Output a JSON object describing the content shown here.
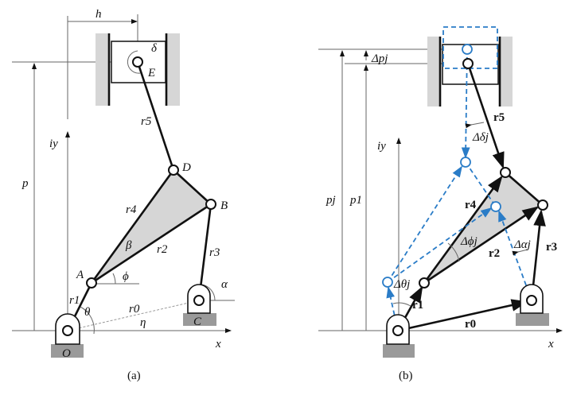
{
  "panel_a": {
    "caption": "(a)",
    "labels": {
      "h": "h",
      "delta": "δ",
      "E": "E",
      "r5": "r5",
      "iy": "iy",
      "p": "p",
      "D": "D",
      "B": "B",
      "r4": "r4",
      "r2": "r2",
      "r3": "r3",
      "beta": "β",
      "A": "A",
      "phi": "ϕ",
      "alpha": "α",
      "r1": "r1",
      "theta": "θ",
      "r0": "r0",
      "eta": "η",
      "C": "C",
      "O": "O",
      "x": "x"
    }
  },
  "panel_b": {
    "caption": "(b)",
    "labels": {
      "dp": "Δpj",
      "r5": "r5",
      "ddelta": "Δδj",
      "iy": "iy",
      "pj": "pj",
      "p1": "p1",
      "r4": "r4",
      "dphi": "Δϕj",
      "r2": "r2",
      "dalpha": "Δαj",
      "r3": "r3",
      "dtheta": "Δθj",
      "r1": "r1",
      "r0": "r0",
      "x": "x"
    }
  },
  "colors": {
    "blue": "#2a7cc7",
    "shade": "#d6d6d6"
  }
}
